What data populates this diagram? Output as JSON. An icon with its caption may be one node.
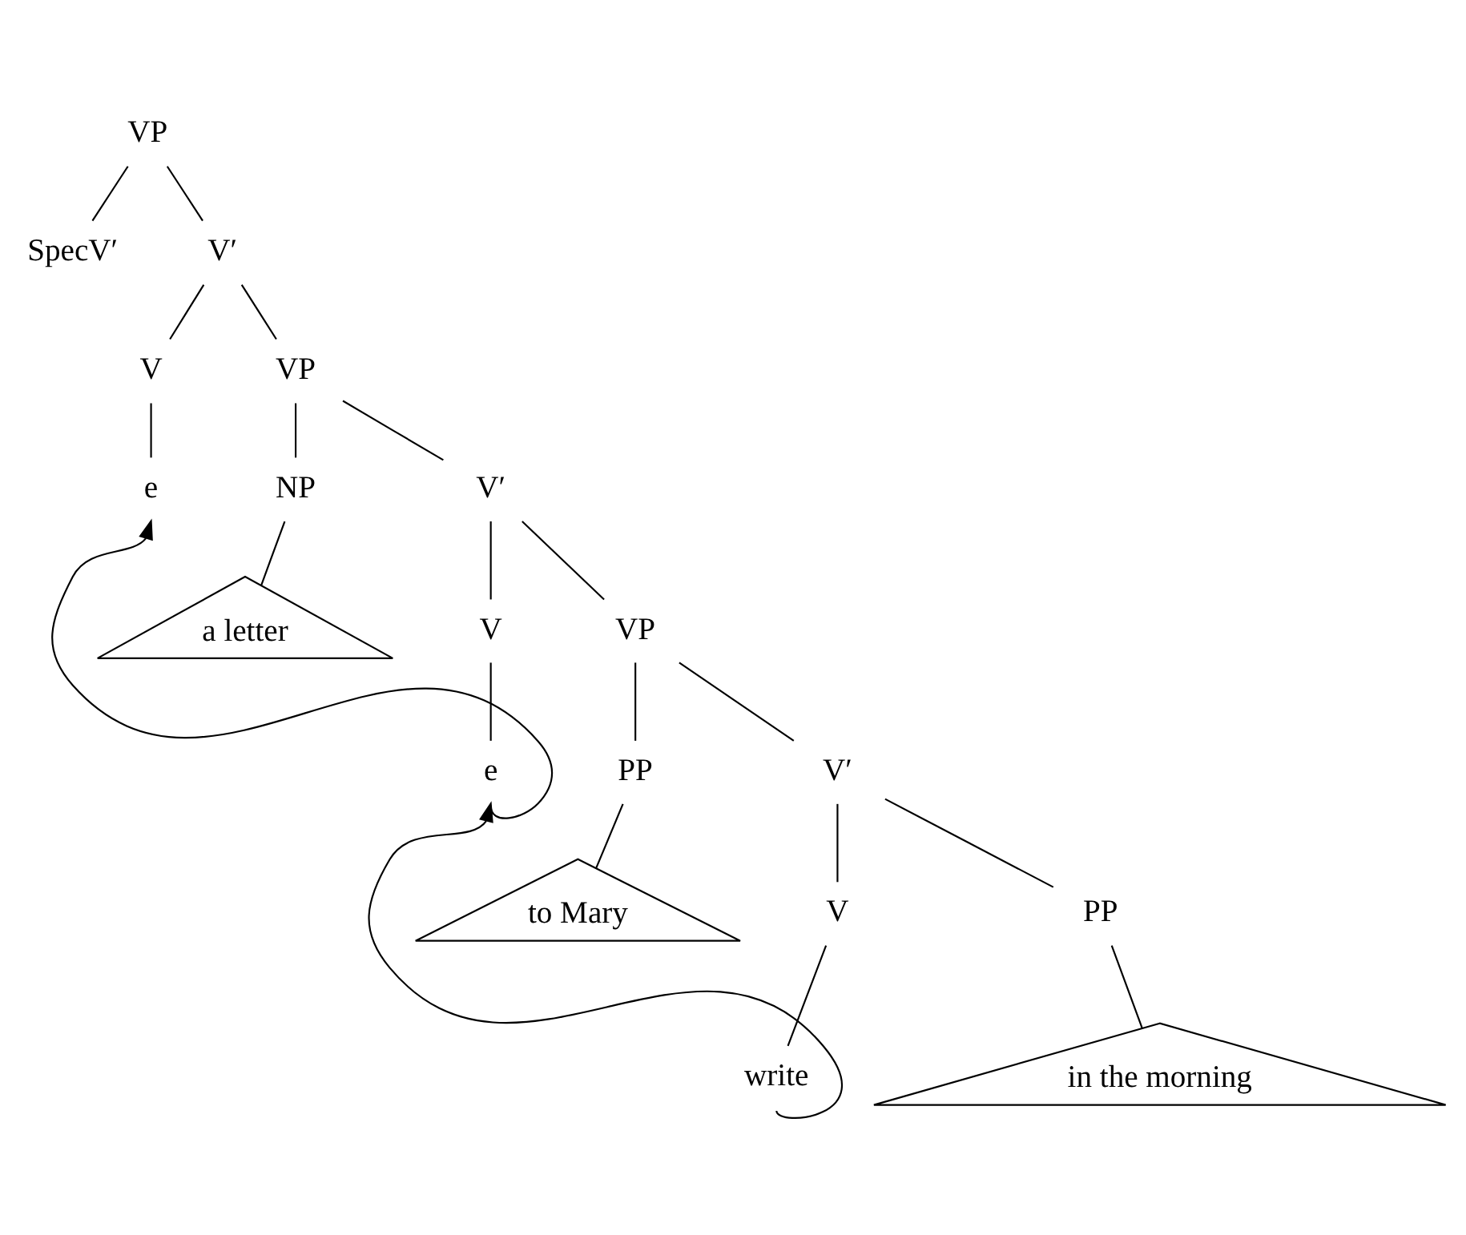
{
  "diagram": {
    "nodes": [
      {
        "text": [
          "VP"
        ]
      },
      {
        "text": [
          "SpecV′"
        ]
      },
      {
        "text": [
          "V′"
        ]
      },
      {
        "text": [
          "V"
        ]
      },
      {
        "text": [
          "VP"
        ]
      },
      {
        "text": [
          "e"
        ]
      },
      {
        "text": [
          "NP"
        ]
      },
      {
        "text": [
          "V′"
        ]
      },
      {
        "text": [
          "a letter"
        ]
      },
      {
        "text": [
          "V"
        ]
      },
      {
        "text": [
          "VP"
        ]
      },
      {
        "text": [
          "e"
        ]
      },
      {
        "text": [
          "PP"
        ]
      },
      {
        "text": [
          "V′"
        ]
      },
      {
        "text": [
          "to Mary"
        ]
      },
      {
        "text": [
          "V"
        ]
      },
      {
        "text": [
          "PP"
        ]
      },
      {
        "text": [
          "write"
        ]
      },
      {
        "text": [
          "in the morning"
        ]
      }
    ],
    "edges": [
      {
        "from": 0,
        "to": 1,
        "arrow": "none"
      },
      {
        "from": 0,
        "to": 2,
        "arrow": "none"
      },
      {
        "from": 2,
        "to": 3,
        "arrow": "none"
      },
      {
        "from": 2,
        "to": 4,
        "arrow": "none"
      },
      {
        "from": 3,
        "to": 5,
        "arrow": "none"
      },
      {
        "from": 4,
        "to": 6,
        "arrow": "none"
      },
      {
        "from": 4,
        "to": 7,
        "arrow": "none"
      },
      {
        "from": 6,
        "to": 8,
        "arrow": "none"
      },
      {
        "from": 7,
        "to": 9,
        "arrow": "none"
      },
      {
        "from": 7,
        "to": 10,
        "arrow": "none"
      },
      {
        "from": 9,
        "to": 11,
        "arrow": "none"
      },
      {
        "from": 10,
        "to": 12,
        "arrow": "none"
      },
      {
        "from": 10,
        "to": 13,
        "arrow": "none"
      },
      {
        "from": 12,
        "to": 14,
        "arrow": "none"
      },
      {
        "from": 13,
        "to": 15,
        "arrow": "none"
      },
      {
        "from": 13,
        "to": 16,
        "arrow": "none"
      },
      {
        "from": 15,
        "to": 17,
        "arrow": "none"
      },
      {
        "from": 16,
        "to": 18,
        "arrow": "none"
      },
      {
        "from": 11,
        "to": 5,
        "arrow": "to"
      },
      {
        "from": 17,
        "to": 11,
        "arrow": "to"
      }
    ]
  }
}
